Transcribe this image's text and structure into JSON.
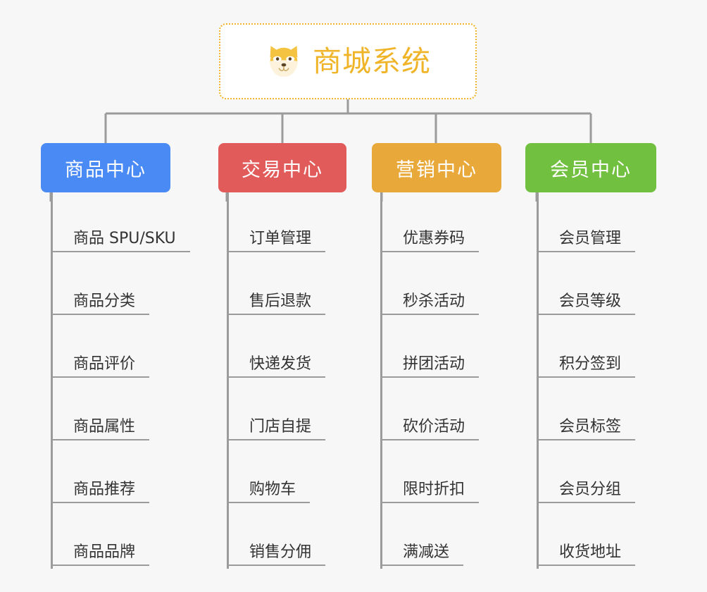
{
  "diagram": {
    "type": "mindmap",
    "background_color": "#f7f7f7",
    "root": {
      "title": "商城系统",
      "icon": "shiba-dog-face-icon",
      "text_color": "#f0b429",
      "border_color": "#f0b429",
      "border_style": "dotted",
      "background_color": "#ffffff"
    },
    "connector_color": "#9b9b9b",
    "branches": [
      {
        "label": "商品中心",
        "color": "#4a8af4",
        "leaves": [
          "商品 SPU/SKU",
          "商品分类",
          "商品评价",
          "商品属性",
          "商品推荐",
          "商品品牌"
        ]
      },
      {
        "label": "交易中心",
        "color": "#e25b5b",
        "leaves": [
          "订单管理",
          "售后退款",
          "快递发货",
          "门店自提",
          "购物车",
          "销售分佣"
        ]
      },
      {
        "label": "营销中心",
        "color": "#e9a83a",
        "leaves": [
          "优惠券码",
          "秒杀活动",
          "拼团活动",
          "砍价活动",
          "限时折扣",
          "满减送"
        ]
      },
      {
        "label": "会员中心",
        "color": "#72c040",
        "leaves": [
          "会员管理",
          "会员等级",
          "积分签到",
          "会员标签",
          "会员分组",
          "收货地址"
        ]
      }
    ]
  }
}
